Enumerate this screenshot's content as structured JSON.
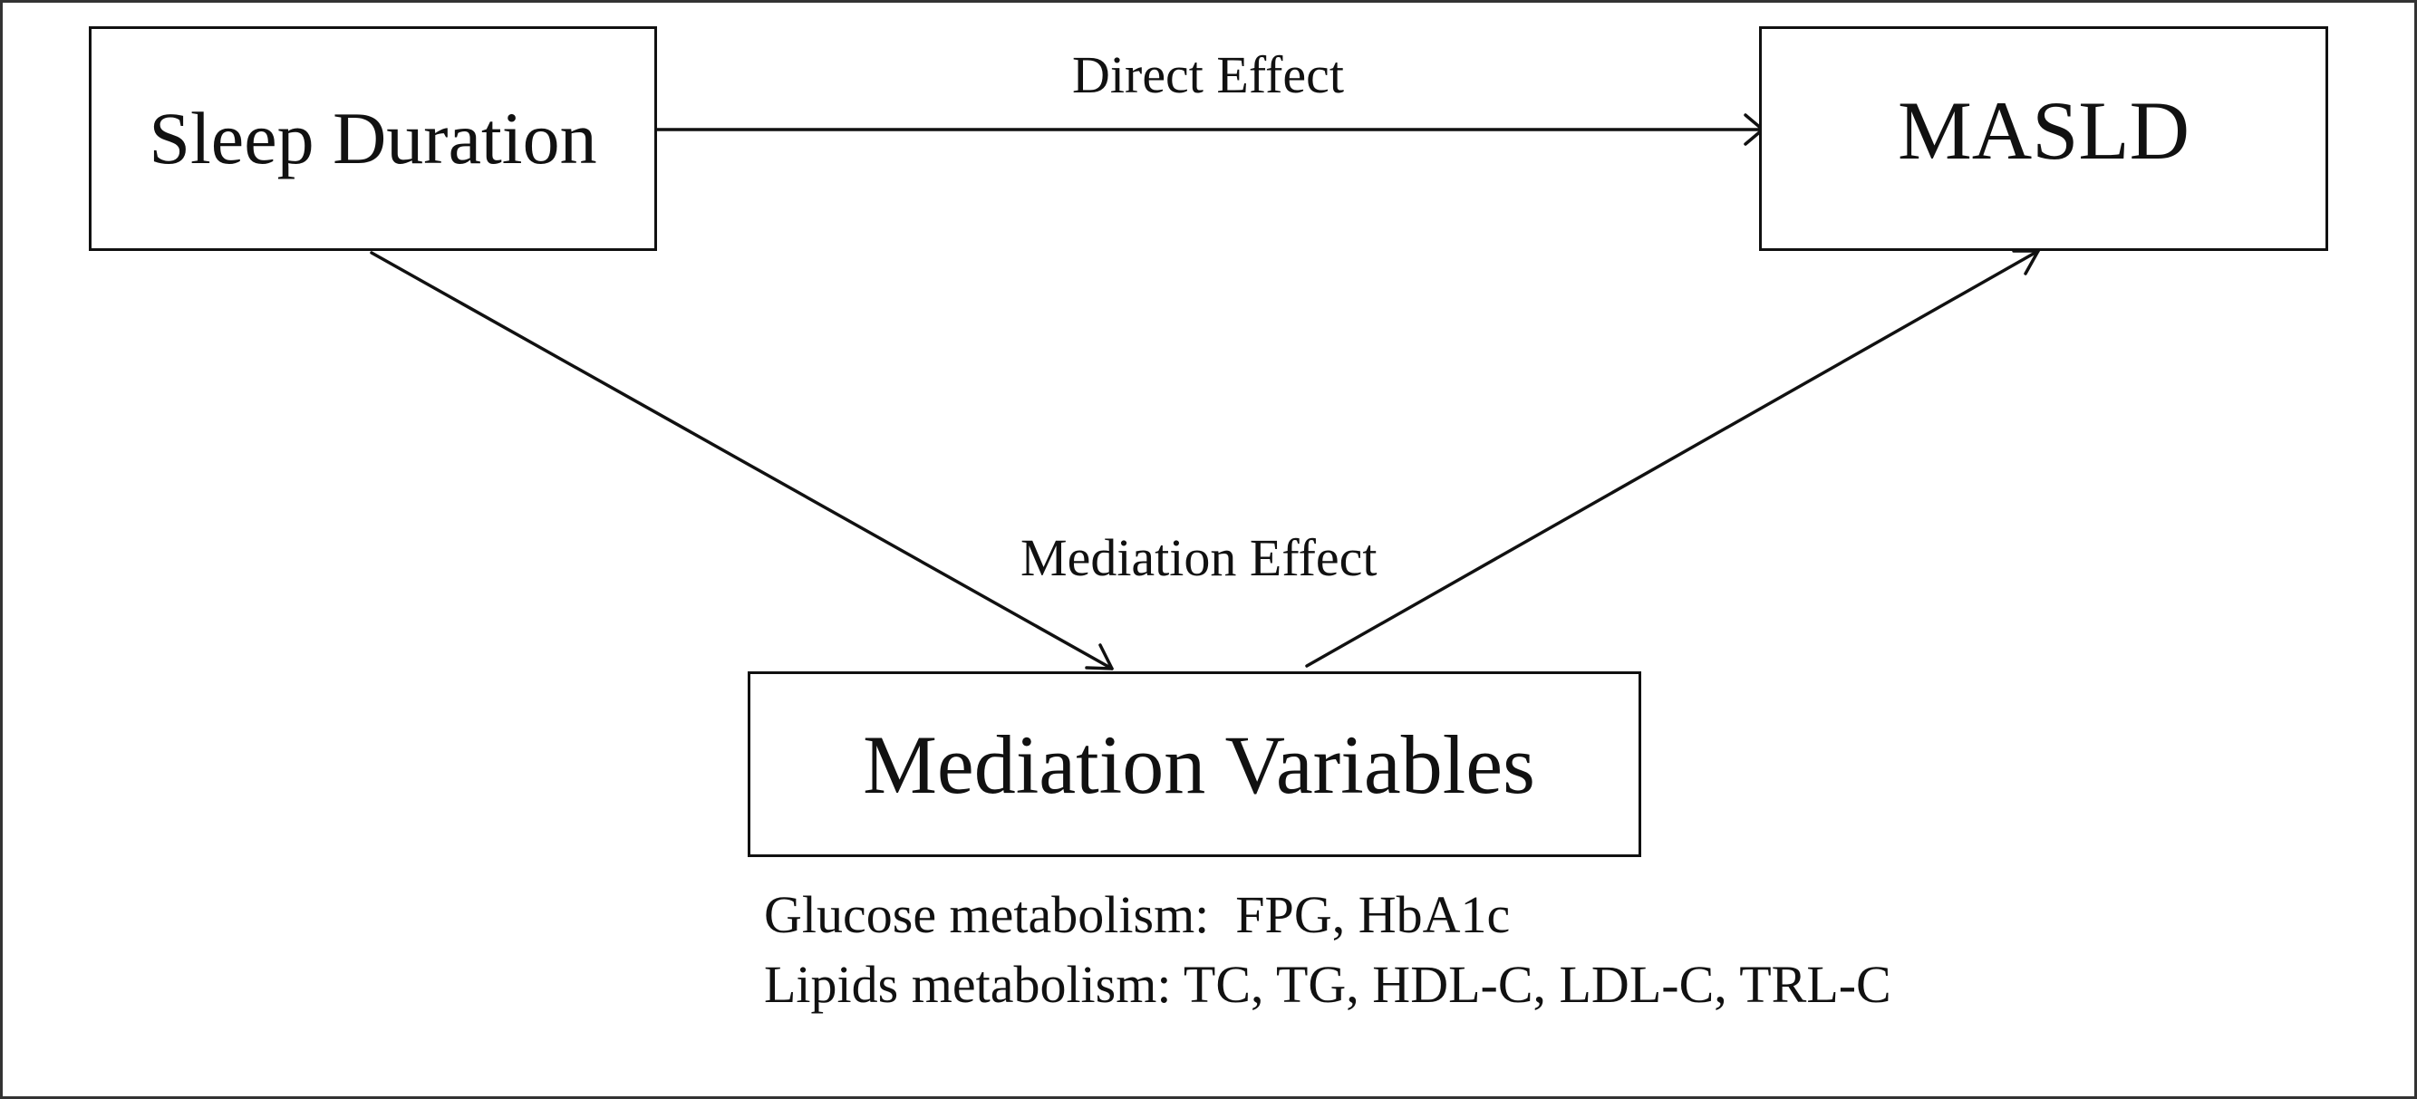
{
  "nodes": {
    "exposure": "Sleep Duration",
    "outcome": "MASLD",
    "mediators": "Mediation Variables"
  },
  "edges": {
    "direct_label": "Direct Effect",
    "mediation_label": "Mediation  Effect"
  },
  "mediator_details": {
    "glucose": "Glucose metabolism:  FPG, HbA1c",
    "lipids": "Lipids metabolism: TC, TG, HDL-C, LDL-C, TRL-C"
  }
}
